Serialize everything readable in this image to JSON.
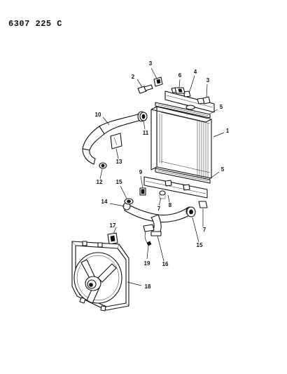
{
  "figure": {
    "drawing_number": "6307 225 C"
  },
  "callouts": [
    {
      "id": "c1",
      "label": "1"
    },
    {
      "id": "c2",
      "label": "2"
    },
    {
      "id": "c3a",
      "label": "3"
    },
    {
      "id": "c3b",
      "label": "3"
    },
    {
      "id": "c4",
      "label": "4"
    },
    {
      "id": "c5a",
      "label": "5"
    },
    {
      "id": "c5b",
      "label": "5"
    },
    {
      "id": "c6",
      "label": "6"
    },
    {
      "id": "c7a",
      "label": "7"
    },
    {
      "id": "c7b",
      "label": "7"
    },
    {
      "id": "c8",
      "label": "8"
    },
    {
      "id": "c9",
      "label": "9"
    },
    {
      "id": "c10",
      "label": "10"
    },
    {
      "id": "c11",
      "label": "11"
    },
    {
      "id": "c12",
      "label": "12"
    },
    {
      "id": "c13",
      "label": "13"
    },
    {
      "id": "c14",
      "label": "14"
    },
    {
      "id": "c15a",
      "label": "15"
    },
    {
      "id": "c15b",
      "label": "15"
    },
    {
      "id": "c16",
      "label": "16"
    },
    {
      "id": "c17",
      "label": "17"
    },
    {
      "id": "c18",
      "label": "18"
    },
    {
      "id": "c19",
      "label": "19"
    }
  ]
}
